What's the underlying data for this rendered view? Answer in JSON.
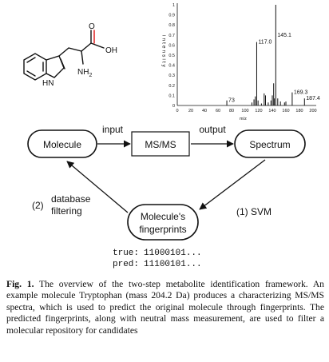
{
  "molecule": {
    "nh_label": "HN",
    "oh_label": "OH",
    "nh2_label": "NH",
    "nh2_sub": "2",
    "o_label": "O"
  },
  "spectrum": {
    "ylabel": "intensity",
    "xlabel": "m/z",
    "xticks": [
      "0",
      "20",
      "40",
      "60",
      "80",
      "100",
      "120",
      "140",
      "160",
      "180",
      "200"
    ],
    "yticks": [
      "0",
      "0.1",
      "0.2",
      "0.3",
      "0.4",
      "0.5",
      "0.6",
      "0.7",
      "0.8",
      "0.9",
      "1"
    ],
    "peak_labels": [
      "145.1",
      "117.0",
      "73",
      "169.3",
      "187.4"
    ]
  },
  "chart_data": {
    "type": "bar",
    "xlabel": "m/z",
    "ylabel": "intensity",
    "xlim": [
      0,
      200
    ],
    "ylim": [
      0,
      1
    ],
    "peaks": [
      {
        "x": 73,
        "y": 0.05,
        "label": "73"
      },
      {
        "x": 110,
        "y": 0.03
      },
      {
        "x": 113,
        "y": 0.06
      },
      {
        "x": 115,
        "y": 0.09
      },
      {
        "x": 117.0,
        "y": 0.63,
        "label": "117.0"
      },
      {
        "x": 119,
        "y": 0.05
      },
      {
        "x": 124,
        "y": 0.02
      },
      {
        "x": 128,
        "y": 0.12
      },
      {
        "x": 130,
        "y": 0.1
      },
      {
        "x": 134,
        "y": 0.03
      },
      {
        "x": 138,
        "y": 0.05
      },
      {
        "x": 140,
        "y": 0.1
      },
      {
        "x": 142,
        "y": 0.22
      },
      {
        "x": 143,
        "y": 0.07
      },
      {
        "x": 145.1,
        "y": 1.0,
        "label": "145.1"
      },
      {
        "x": 148,
        "y": 0.07
      },
      {
        "x": 152,
        "y": 0.04
      },
      {
        "x": 158,
        "y": 0.03
      },
      {
        "x": 160,
        "y": 0.04
      },
      {
        "x": 169.3,
        "y": 0.13,
        "label": "169.3"
      },
      {
        "x": 187.4,
        "y": 0.07,
        "label": "187.4"
      }
    ]
  },
  "flow": {
    "molecule_label": "Molecule",
    "msms_label": "MS/MS",
    "spectrum_label": "Spectrum",
    "fingerprints_line1": "Molecule's",
    "fingerprints_line2": "fingerprints",
    "input_label": "input",
    "output_label": "output",
    "svm_label": "(1) SVM",
    "db_line1": "database",
    "db_line2": "filtering",
    "db_num": "(2)",
    "true_label": "true:",
    "true_bits": "11000101...",
    "pred_label": "pred:",
    "pred_bits": "11100101..."
  },
  "caption": {
    "fig_label": "Fig.",
    "fig_number": "1.",
    "text": "The overview of the two-step metabolite identification framework. An example molecule Tryptophan (mass 204.2 Da) produces a characterizing MS/MS spectra, which is used to predict the original molecule through fingerprints. The predicted fingerprints, along with neutral mass measurement, are used to filter a molecular repository for candidates"
  }
}
